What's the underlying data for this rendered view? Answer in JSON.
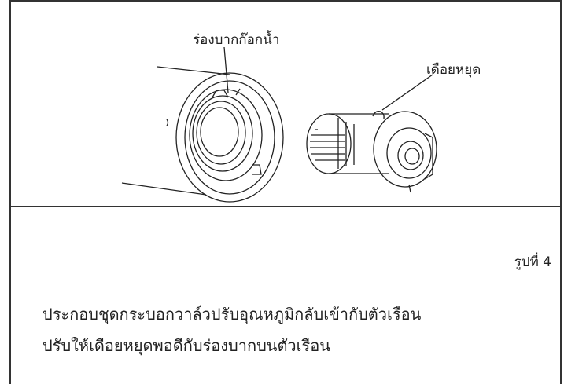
{
  "diagram": {
    "callout_seat": "ร่องบากก๊อกน้ำ",
    "callout_stop": "เดือยหยุด",
    "figure_label": "รูปที่ 4"
  },
  "instructions": {
    "line1": "ประกอบชุดกระบอกวาล์วปรับอุณหภูมิกลับเข้ากับตัวเรือน",
    "line2": "ปรับให้เดือยหยุดพอดีกับร่องบากบนตัวเรือน"
  }
}
